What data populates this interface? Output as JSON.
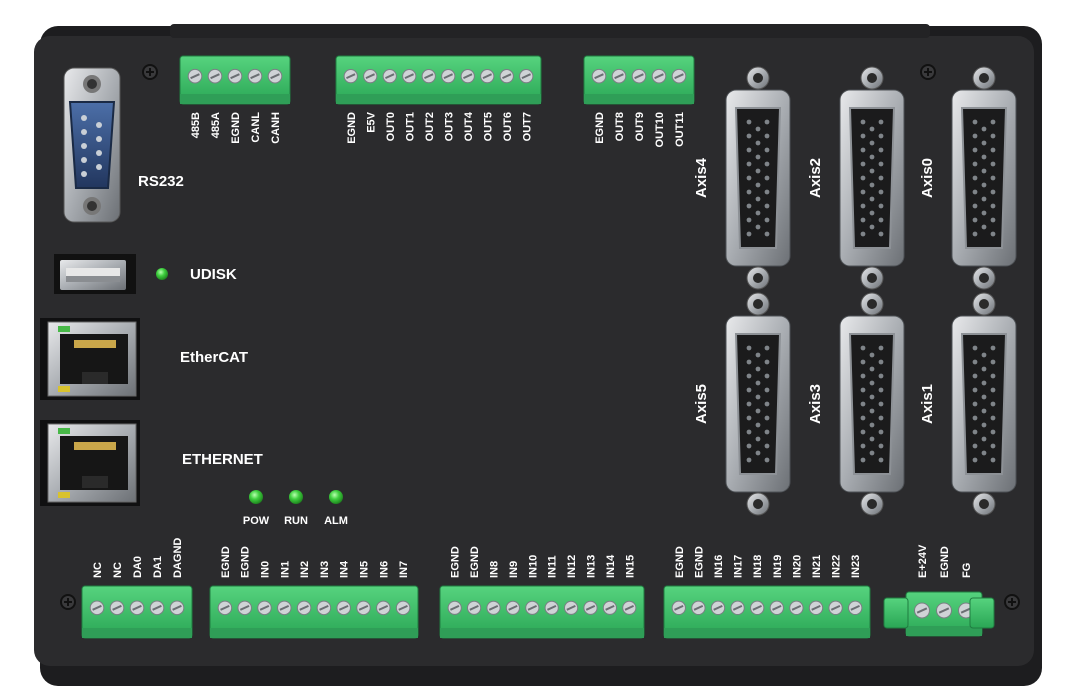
{
  "labels": {
    "rs232": "RS232",
    "udisk": "UDISK",
    "ethercat": "EtherCAT",
    "ethernet": "ETHERNET",
    "leds": [
      "POW",
      "RUN",
      "ALM"
    ]
  },
  "axes": {
    "top": [
      "Axis4",
      "Axis2",
      "Axis0"
    ],
    "bottom": [
      "Axis5",
      "Axis3",
      "Axis1"
    ]
  },
  "top_blocks": [
    {
      "pins": [
        "485B",
        "485A",
        "EGND",
        "CANL",
        "CANH"
      ]
    },
    {
      "pins": [
        "EGND",
        "E5V",
        "OUT0",
        "OUT1",
        "OUT2",
        "OUT3",
        "OUT4",
        "OUT5",
        "OUT6",
        "OUT7"
      ]
    },
    {
      "pins": [
        "EGND",
        "OUT8",
        "OUT9",
        "OUT10",
        "OUT11"
      ]
    }
  ],
  "bottom_blocks": [
    {
      "pins": [
        "NC",
        "NC",
        "DA0",
        "DA1",
        "DAGND"
      ]
    },
    {
      "pins": [
        "EGND",
        "EGND",
        "IN0",
        "IN1",
        "IN2",
        "IN3",
        "IN4",
        "IN5",
        "IN6",
        "IN7"
      ]
    },
    {
      "pins": [
        "EGND",
        "EGND",
        "IN8",
        "IN9",
        "IN10",
        "IN11",
        "IN12",
        "IN13",
        "IN14",
        "IN15"
      ]
    },
    {
      "pins": [
        "EGND",
        "EGND",
        "IN16",
        "IN17",
        "IN18",
        "IN19",
        "IN20",
        "IN21",
        "IN22",
        "IN23"
      ]
    },
    {
      "pins": [
        "E+24V",
        "EGND",
        "FG"
      ]
    }
  ],
  "colors": {
    "panel": "#2b2b2d",
    "terminal": "#3fc06a",
    "led": "#3ecf3e",
    "metal": "#b9bcc0",
    "text": "#ffffff"
  }
}
